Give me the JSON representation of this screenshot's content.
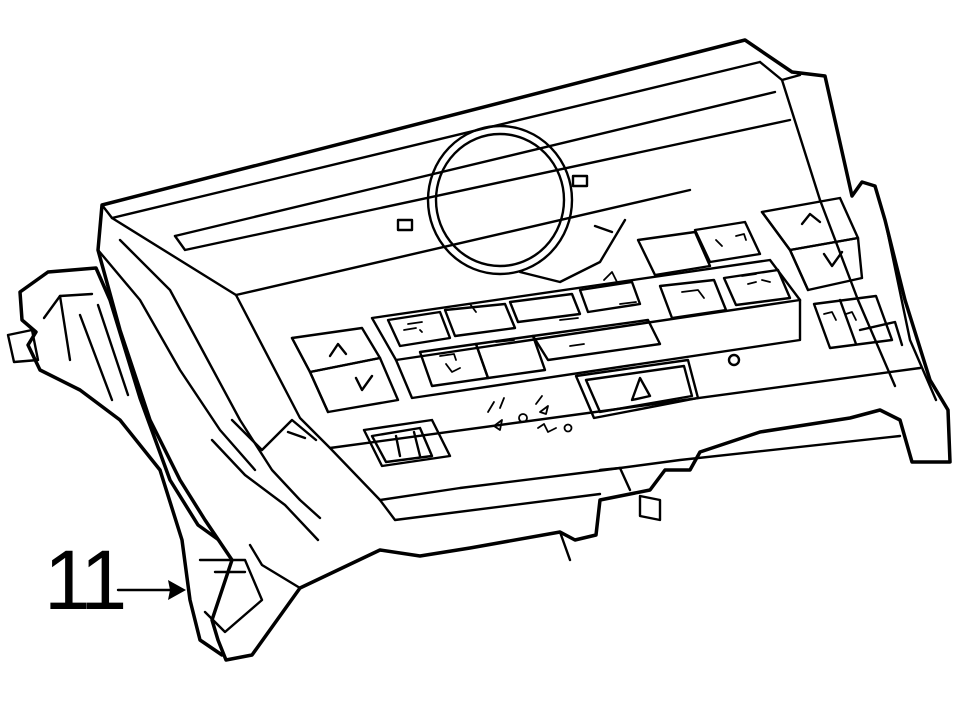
{
  "callout": {
    "number": "11"
  },
  "part": {
    "buttons": [
      {
        "name": "left-temp-up-button",
        "icon": "chevron-up-icon"
      },
      {
        "name": "left-temp-down-button",
        "icon": "chevron-down-icon"
      },
      {
        "name": "right-temp-up-button",
        "icon": "chevron-up-icon"
      },
      {
        "name": "right-temp-down-button",
        "icon": "chevron-down-icon"
      },
      {
        "name": "hazard-button",
        "icon": "hazard-triangle-icon"
      }
    ]
  }
}
